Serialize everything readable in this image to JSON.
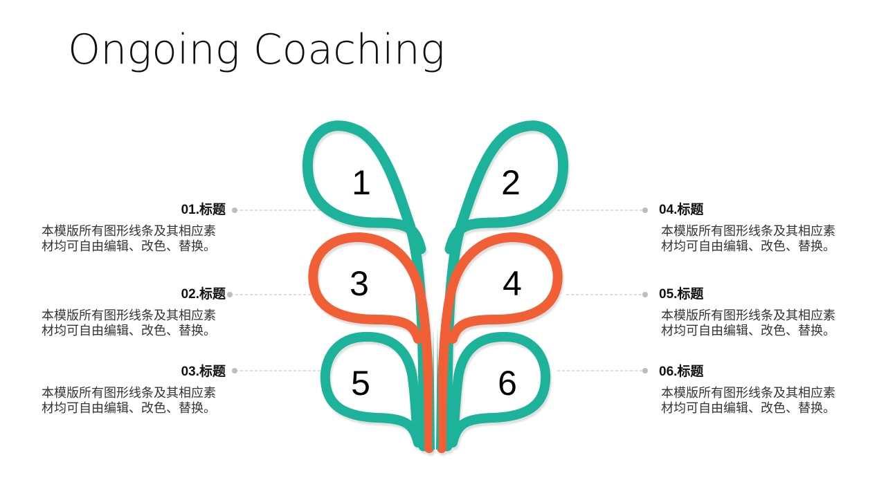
{
  "slide": {
    "title": "Ongoing Coaching"
  },
  "colors": {
    "teal": "#1BB39A",
    "orange": "#F05E35",
    "connector": "#BDBDBD",
    "shadow": "#E3E3E3"
  },
  "petals": [
    {
      "number": "1",
      "color": "teal"
    },
    {
      "number": "2",
      "color": "teal"
    },
    {
      "number": "3",
      "color": "orange"
    },
    {
      "number": "4",
      "color": "orange"
    },
    {
      "number": "5",
      "color": "teal"
    },
    {
      "number": "6",
      "color": "teal"
    }
  ],
  "items": [
    {
      "heading": "01.标题",
      "line1": "本模版所有图形线条及其相应素",
      "line2": "材均可自由编辑、改色、替换。"
    },
    {
      "heading": "02.标题",
      "line1": "本模版所有图形线条及其相应素",
      "line2": "材均可自由编辑、改色、替换。"
    },
    {
      "heading": "03.标题",
      "line1": "本模版所有图形线条及其相应素",
      "line2": "材均可自由编辑、改色、替换。"
    },
    {
      "heading": "04.标题",
      "line1": "本模版所有图形线条及其相应素",
      "line2": "材均可自由编辑、改色、替换。"
    },
    {
      "heading": "05.标题",
      "line1": "本模版所有图形线条及其相应素",
      "line2": "材均可自由编辑、改色、替换。"
    },
    {
      "heading": "06.标题",
      "line1": "本模版所有图形线条及其相应素",
      "line2": "材均可自由编辑、改色、替换。"
    }
  ]
}
